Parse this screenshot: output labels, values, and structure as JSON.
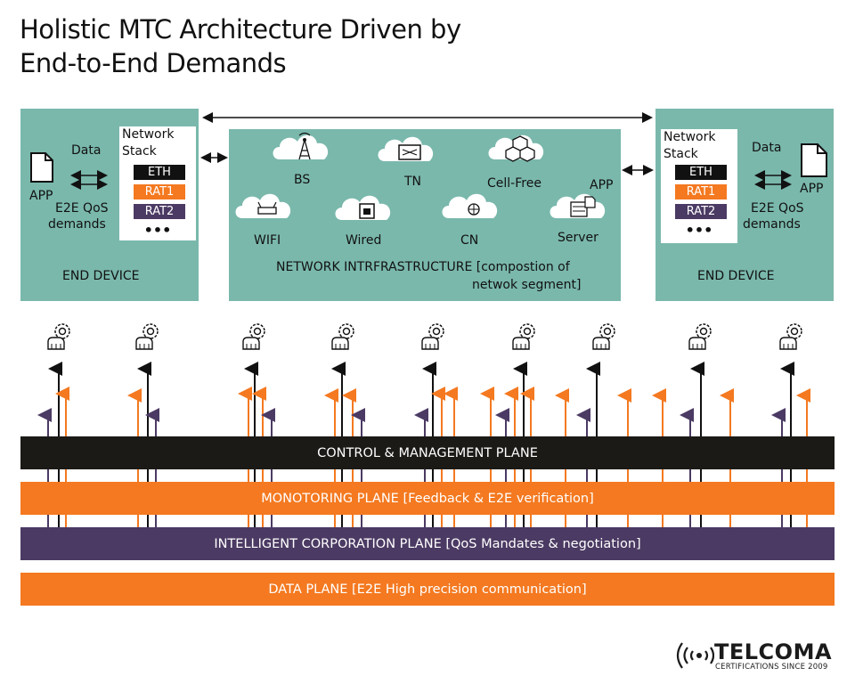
{
  "title": {
    "line1": "Holistic MTC Architecture Driven by",
    "line2": "End-to-End Demands"
  },
  "end_device_left": {
    "app_label": "APP",
    "data_label": "Data",
    "qos_line1": "E2E QoS",
    "qos_line2": "demands",
    "stack_title_line1": "Network",
    "stack_title_line2": "Stack",
    "layers": [
      {
        "label": "ETH",
        "color": "#111111"
      },
      {
        "label": "RAT1",
        "color": "#f47920"
      },
      {
        "label": "RAT2",
        "color": "#4b3a63"
      }
    ],
    "dots": "•••",
    "caption": "END DEVICE"
  },
  "end_device_right": {
    "app_label": "APP",
    "data_label": "Data",
    "qos_line1": "E2E QoS",
    "qos_line2": "demands",
    "stack_title_line1": "Network",
    "stack_title_line2": "Stack",
    "layers": [
      {
        "label": "ETH",
        "color": "#111111"
      },
      {
        "label": "RAT1",
        "color": "#f47920"
      },
      {
        "label": "RAT2",
        "color": "#4b3a63"
      }
    ],
    "dots": "•••",
    "caption": "END DEVICE"
  },
  "network": {
    "nodes": {
      "bs": "BS",
      "tn": "TN",
      "cell_free": "Cell-Free",
      "wifi": "WIFI",
      "wired": "Wired",
      "cn": "CN",
      "app": "APP",
      "server": "Server"
    },
    "caption_line1": "NETWORK INTRFRASTRUCTURE [compostion of",
    "caption_line2": "netwok segment]"
  },
  "planes": [
    {
      "label": "CONTROL & MANAGEMENT PLANE",
      "color": "#1c1a17"
    },
    {
      "label": "MONOTORING PLANE [Feedback & E2E verification]",
      "color": "#f47920"
    },
    {
      "label": "INTELLIGENT CORPORATION PLANE [QoS Mandates & negotiation]",
      "color": "#4b3a63"
    },
    {
      "label": "DATA PLANE [E2E High precision communication]",
      "color": "#f47920"
    }
  ],
  "colors": {
    "panel": "#7ab8ac",
    "black_arrow": "#111111",
    "orange_arrow": "#f47920",
    "purple_arrow": "#4b3a63"
  },
  "logo": {
    "name": "TELCOMA",
    "tagline": "CERTIFICATIONS SINCE 2009"
  }
}
